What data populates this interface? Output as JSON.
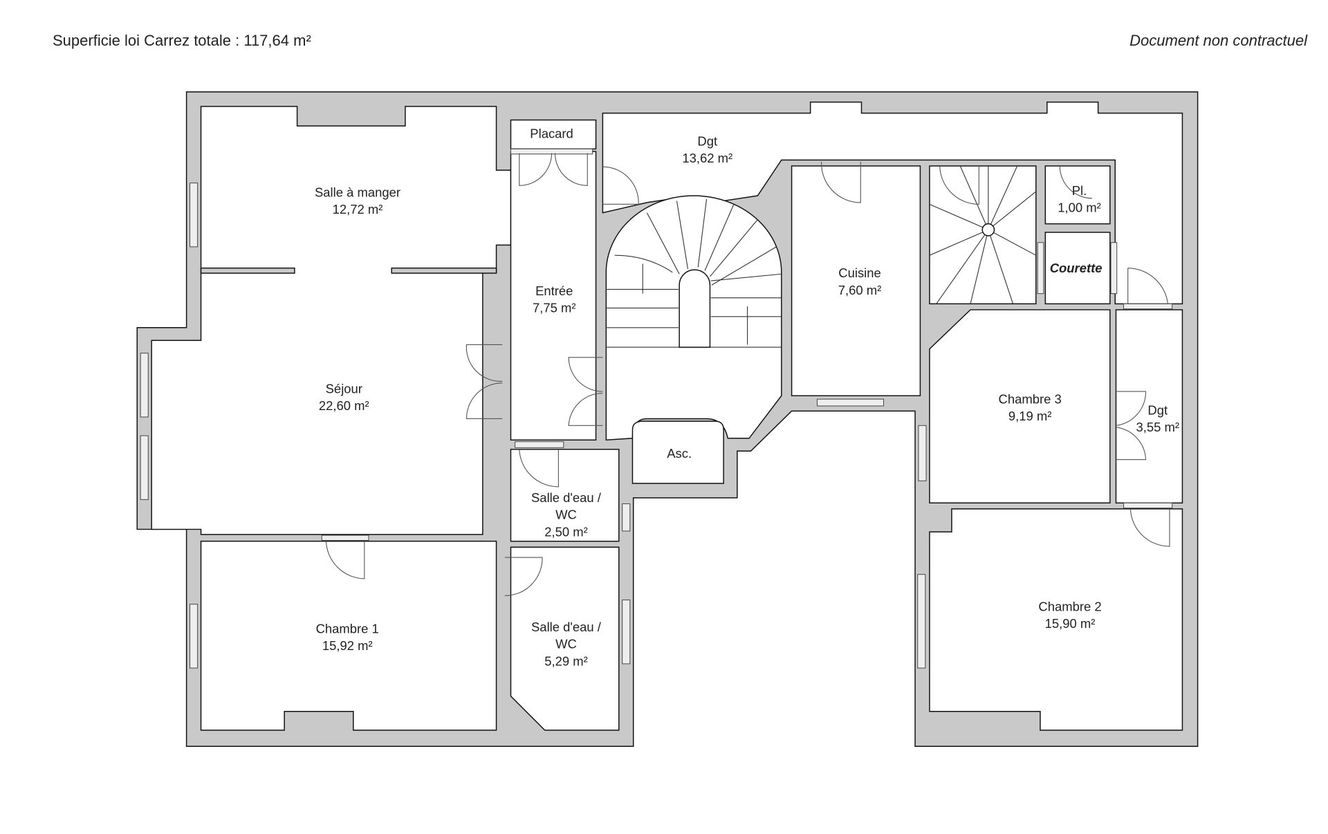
{
  "header": {
    "total_area": "Superficie loi Carrez totale :  117,64 m²",
    "disclaimer": "Document non contractuel"
  },
  "rooms": {
    "salle_a_manger": {
      "name": "Salle à manger",
      "area": "12,72 m²"
    },
    "sejour": {
      "name": "Séjour",
      "area": "22,60 m²"
    },
    "placard": {
      "name": "Placard"
    },
    "entree": {
      "name": "Entrée",
      "area": "7,75 m²"
    },
    "dgt_top": {
      "name": "Dgt",
      "area": "13,62 m²"
    },
    "cuisine": {
      "name": "Cuisine",
      "area": "7,60 m²"
    },
    "pl": {
      "name": "Pl.",
      "area": "1,00 m²"
    },
    "courette": {
      "name": "Courette"
    },
    "chambre3": {
      "name": "Chambre 3",
      "area": "9,19 m²"
    },
    "dgt_right": {
      "name": "Dgt",
      "area": "3,55 m²"
    },
    "asc": {
      "name": "Asc."
    },
    "salle_eau_1": {
      "line1": "Salle d'eau /",
      "line2": "WC",
      "area": "2,50 m²"
    },
    "salle_eau_2": {
      "line1": "Salle d'eau /",
      "line2": "WC",
      "area": "5,29 m²"
    },
    "chambre1": {
      "name": "Chambre 1",
      "area": "15,92 m²"
    },
    "chambre2": {
      "name": "Chambre 2",
      "area": "15,90 m²"
    }
  }
}
